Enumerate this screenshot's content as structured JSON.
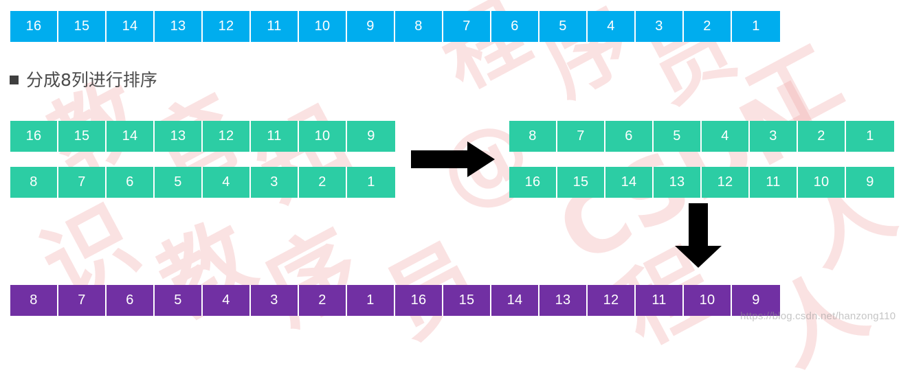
{
  "slide": {
    "background_color": "#ffffff",
    "colors": {
      "blue": "#00ADEE",
      "green": "#2CCDA4",
      "purple": "#7130A3",
      "arrow": "#000000",
      "heading_text": "#4b4b4b",
      "bullet": "#3f3f3f"
    }
  },
  "heading": {
    "bullet_glyph": "■",
    "text": "分成8列进行排序"
  },
  "rows": {
    "blue_initial": {
      "label": "initial-array",
      "values": [
        "16",
        "15",
        "14",
        "13",
        "12",
        "11",
        "10",
        "9",
        "8",
        "7",
        "6",
        "5",
        "4",
        "3",
        "2",
        "1"
      ]
    },
    "green_left": {
      "label": "split-8-columns-before",
      "row1": [
        "16",
        "15",
        "14",
        "13",
        "12",
        "11",
        "10",
        "9"
      ],
      "row2": [
        "8",
        "7",
        "6",
        "5",
        "4",
        "3",
        "2",
        "1"
      ]
    },
    "green_right": {
      "label": "split-8-columns-after",
      "row1": [
        "8",
        "7",
        "6",
        "5",
        "4",
        "3",
        "2",
        "1"
      ],
      "row2": [
        "16",
        "15",
        "14",
        "13",
        "12",
        "11",
        "10",
        "9"
      ]
    },
    "purple_result": {
      "label": "merged-result-array",
      "values": [
        "8",
        "7",
        "6",
        "5",
        "4",
        "3",
        "2",
        "1",
        "16",
        "15",
        "14",
        "13",
        "12",
        "11",
        "10",
        "9"
      ]
    }
  },
  "arrows": {
    "right": {
      "name": "right-arrow-icon",
      "direction": "right"
    },
    "down": {
      "name": "down-arrow-icon",
      "direction": "down"
    }
  },
  "watermark": {
    "url": "https://blog.csdn.net/hanzong110",
    "marks": [
      "程",
      "序",
      "员",
      "教",
      "育",
      "@",
      "CSDN",
      "工",
      "人",
      "知",
      "识"
    ]
  }
}
